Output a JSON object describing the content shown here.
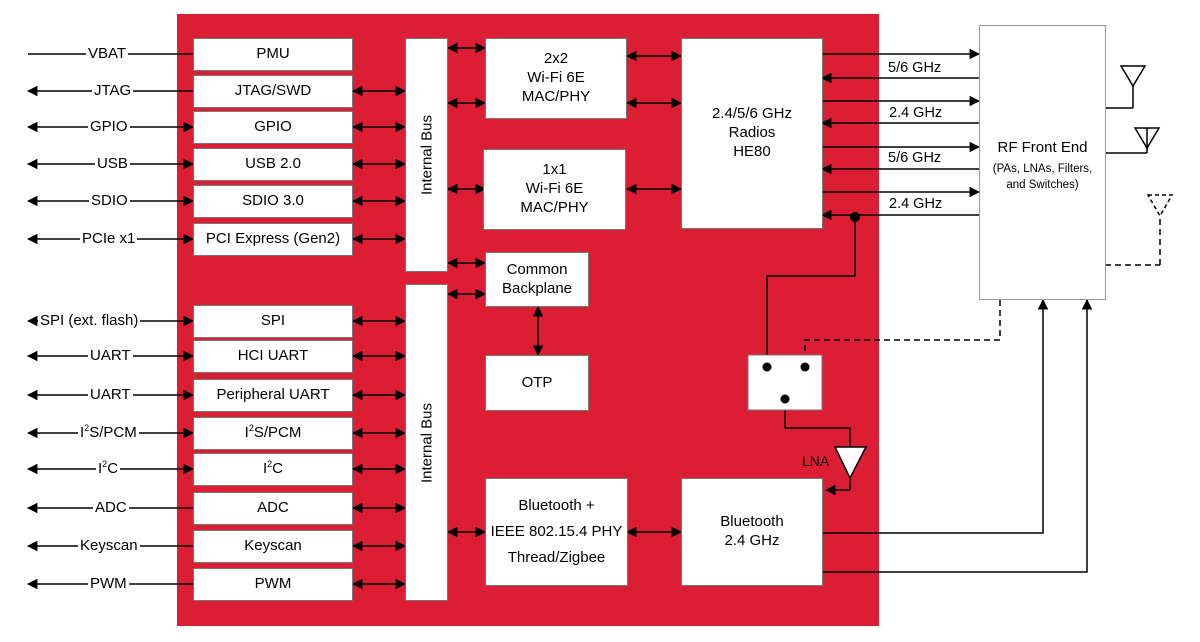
{
  "left_signals": {
    "vbat": "VBAT",
    "jtag": "JTAG",
    "gpio": "GPIO",
    "usb": "USB",
    "sdio": "SDIO",
    "pcie": "PCIe x1",
    "spi": "SPI (ext. flash)",
    "uart1": "UART",
    "uart2": "UART",
    "i2s_pre": "I",
    "i2s_sup": "2",
    "i2s_post": "S/PCM",
    "i2c_pre": "I",
    "i2c_sup": "2",
    "i2c_post": "C",
    "adc": "ADC",
    "keyscan": "Keyscan",
    "pwm": "PWM"
  },
  "interfaces": {
    "pmu": "PMU",
    "jtag_swd": "JTAG/SWD",
    "gpio": "GPIO",
    "usb": "USB 2.0",
    "sdio": "SDIO 3.0",
    "pcie": "PCI Express (Gen2)",
    "spi": "SPI",
    "hci_uart": "HCI UART",
    "periph_uart": "Peripheral UART",
    "i2s_pre": "I",
    "i2s_sup": "2",
    "i2s_post": "S/PCM",
    "i2c_pre": "I",
    "i2c_sup": "2",
    "i2c_post": "C",
    "adc": "ADC",
    "keyscan": "Keyscan",
    "pwm": "PWM"
  },
  "buses": {
    "top": "Internal Bus",
    "bottom": "Internal Bus"
  },
  "blocks": {
    "wifi2x2": [
      "2x2",
      "Wi-Fi 6E",
      "MAC/PHY"
    ],
    "wifi1x1": [
      "1x1",
      "Wi-Fi 6E",
      "MAC/PHY"
    ],
    "radios": [
      "2.4/5/6 GHz",
      "Radios",
      "HE80"
    ],
    "backplane": [
      "Common",
      "Backplane"
    ],
    "otp": "OTP",
    "bt_phy": [
      "Bluetooth +",
      "IEEE 802.15.4 PHY",
      "Thread/Zigbee"
    ],
    "bt_radio": [
      "Bluetooth",
      "2.4 GHz"
    ]
  },
  "rf_front_end": {
    "title": "RF Front End",
    "sub": [
      "(PAs, LNAs, Filters,",
      "and Switches)"
    ]
  },
  "rf_links": {
    "l1": "5/6 GHz",
    "l2": "2.4 GHz",
    "l3": "5/6 GHz",
    "l4": "2.4 GHz"
  },
  "lna": "LNA",
  "colors": {
    "chip": "#dc1e35",
    "line": "#000000",
    "box": "#ffffff"
  }
}
